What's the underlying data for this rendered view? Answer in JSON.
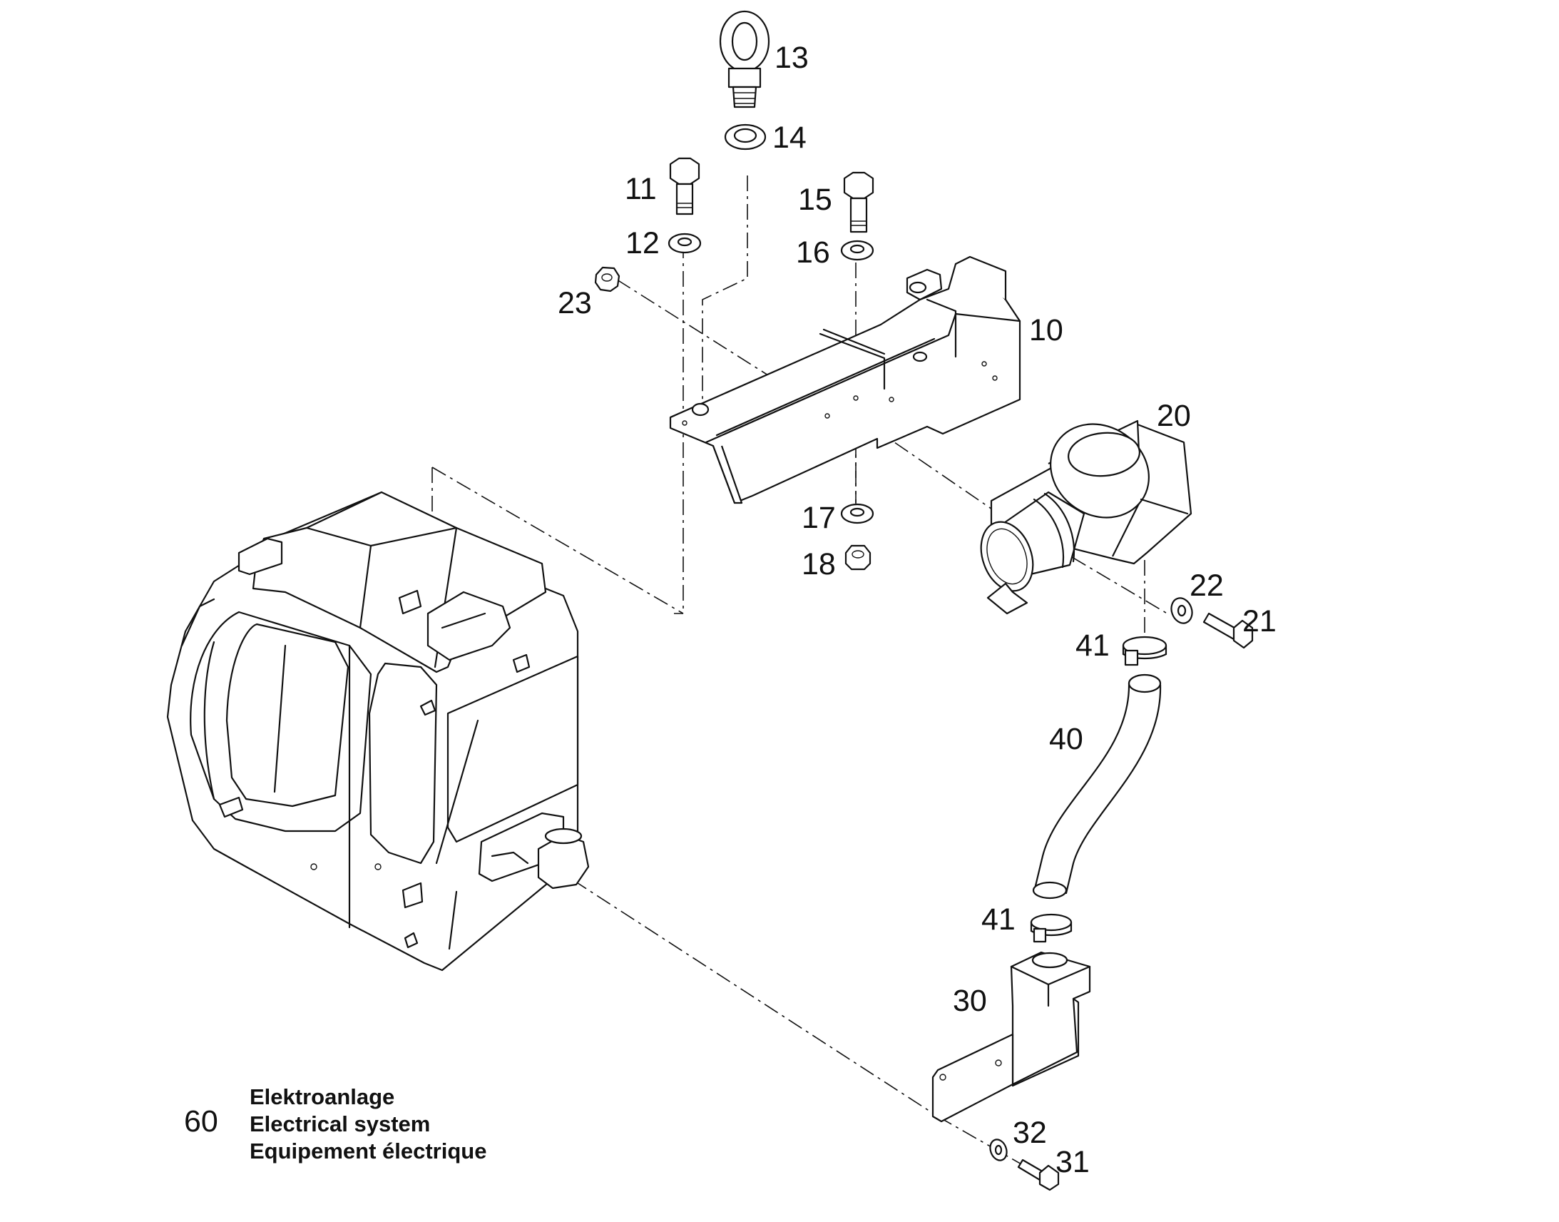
{
  "callouts": {
    "c10": "10",
    "c11": "11",
    "c12": "12",
    "c13": "13",
    "c14": "14",
    "c15": "15",
    "c16": "16",
    "c17": "17",
    "c18": "18",
    "c20": "20",
    "c21": "21",
    "c22": "22",
    "c23": "23",
    "c30": "30",
    "c31": "31",
    "c32": "32",
    "c40": "40",
    "c41a": "41",
    "c41b": "41"
  },
  "section": {
    "number": "60",
    "title_de": "Elektroanlage",
    "title_en": "Electrical system",
    "title_fr": "Equipement électrique"
  }
}
